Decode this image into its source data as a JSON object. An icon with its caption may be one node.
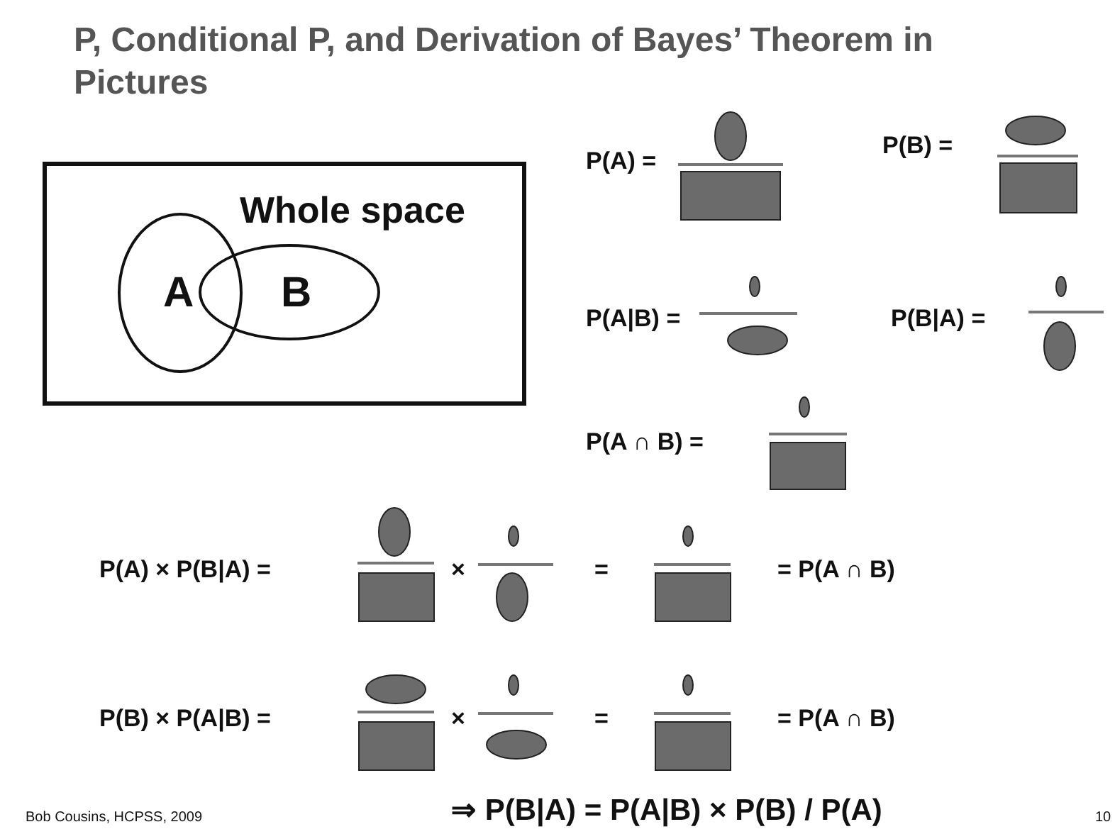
{
  "diagram": {
    "title": "P, Conditional P, and Derivation of Bayes’ Theorem in Pictures",
    "nodes": [
      {
        "text": [
          "Whole space"
        ]
      },
      {
        "text": [
          "A"
        ],
        "in": 0
      },
      {
        "text": [
          "B"
        ],
        "in": 0
      }
    ],
    "edges": [],
    "labels": [
      "P(A) =",
      "P(B) =",
      "P(A|B) =",
      "P(B|A) =",
      "P(A ∩ B) =",
      "P(A) × P(B|A) =",
      "×",
      "=",
      "= P(A ∩ B)",
      "P(B) × P(A|B) =",
      "×",
      "=",
      "= P(A ∩ B)",
      "Bob Cousins, HCPSS, 2009",
      "⇒ P(B|A) = P(A|B) × P(B) / P(A)",
      "10"
    ]
  }
}
